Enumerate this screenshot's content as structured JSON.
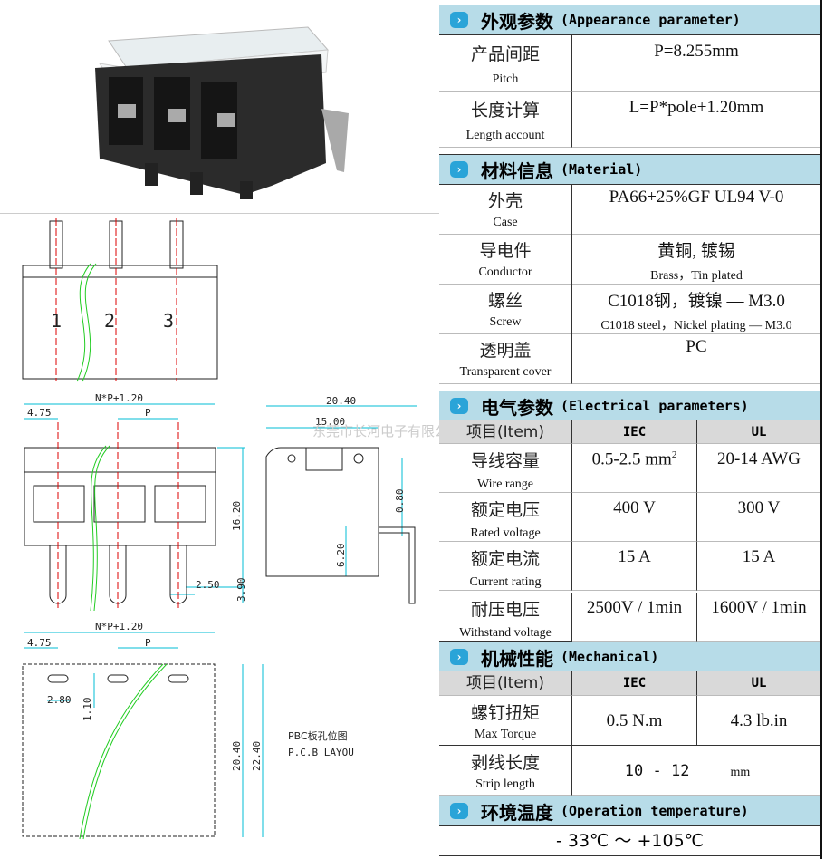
{
  "drawings": {
    "pole_numbers": [
      "1",
      "2",
      "3"
    ],
    "dim_total": "N*P+1.20",
    "dim_first": "4.75",
    "dim_pitch": "P",
    "dim_height": "16.20",
    "dim_pin": "3.90",
    "dim_pin_width": "2.50",
    "dim_depth": "20.40",
    "dim_body": "15.00",
    "dim_pin_thick": "0.80",
    "dim_pin_height": "6.20",
    "pcb_total": "N*P+1.20",
    "pcb_first": "4.75",
    "pcb_pitch": "P",
    "pcb_slot_w": "2.80",
    "pcb_slot_h": "1.10",
    "pcb_h1": "20.40",
    "pcb_h2": "22.40",
    "pcb_label_cn": "PBC板孔位图",
    "pcb_label_en": "P.C.B LAYOU",
    "watermark": "东莞市长河电子有限公司"
  },
  "appearance": {
    "title_cn": "外观参数",
    "title_en": "(Appearance parameter)",
    "rows": [
      {
        "cn": "产品间距",
        "en": "Pitch",
        "value": "P=8.255mm"
      },
      {
        "cn": "长度计算",
        "en": "Length account",
        "value": "L=P*pole+1.20mm"
      }
    ]
  },
  "material": {
    "title_cn": "材料信息",
    "title_en": "(Material)",
    "rows": [
      {
        "cn": "外壳",
        "en": "Case",
        "value": "PA66+25%GF UL94 V-0",
        "value_en": ""
      },
      {
        "cn": "导电件",
        "en": "Conductor",
        "value": "黄铜, 镀锡",
        "value_en": "Brass，Tin plated"
      },
      {
        "cn": "螺丝",
        "en": "Screw",
        "value": "C1018钢，镀镍 — M3.0",
        "value_en": "C1018 steel，Nickel plating — M3.0"
      },
      {
        "cn": "透明盖",
        "en": "Transparent cover",
        "value": "PC",
        "value_en": ""
      }
    ]
  },
  "electrical": {
    "title_cn": "电气参数",
    "title_en": "(Electrical parameters)",
    "col_item": "项目(Item)",
    "col_iec": "IEC",
    "col_ul": "UL",
    "rows": [
      {
        "cn": "导线容量",
        "en": "Wire range",
        "iec": "0.5-2.5 mm",
        "iec_sup": "2",
        "ul": "20-14  AWG"
      },
      {
        "cn": "额定电压",
        "en": "Rated voltage",
        "iec": "400 V",
        "ul": "300 V"
      },
      {
        "cn": "额定电流",
        "en": "Current rating",
        "iec": "15 A",
        "ul": "15  A"
      },
      {
        "cn": "耐压电压",
        "en": "Withstand voltage",
        "iec": "2500V / 1min",
        "ul": "1600V / 1min"
      }
    ]
  },
  "mechanical": {
    "title_cn": "机械性能",
    "title_en": "(Mechanical)",
    "col_item": "项目(Item)",
    "col_iec": "IEC",
    "col_ul": "UL",
    "torque": {
      "cn": "螺钉扭矩",
      "en": "Max Torque",
      "iec": "0.5  N.m",
      "ul": "4.3 lb.in"
    },
    "strip": {
      "cn": "剥线长度",
      "en": "Strip length",
      "value": "10 - 12",
      "unit": "mm"
    }
  },
  "temperature": {
    "title_cn": "环境温度",
    "title_en": "(Operation temperature)",
    "value": "- 33℃ ～ +105℃"
  },
  "colors": {
    "header": "#b7dce8",
    "icon": "#2aa4d8",
    "dim": "#00bcd4",
    "center": "#d00000",
    "break": "#22cc22"
  }
}
